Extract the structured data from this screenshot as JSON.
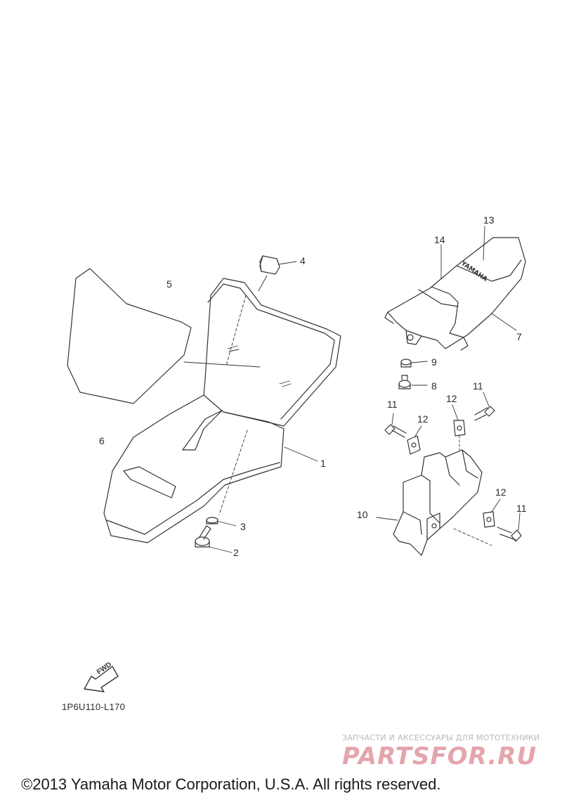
{
  "callouts": {
    "c1": "1",
    "c2": "2",
    "c3": "3",
    "c4": "4",
    "c5": "5",
    "c6": "6",
    "c7": "7",
    "c8": "8",
    "c9": "9",
    "c10": "10",
    "c11a": "11",
    "c11b": "11",
    "c11c": "11",
    "c12a": "12",
    "c12b": "12",
    "c12c": "12",
    "c13": "13",
    "c14": "14"
  },
  "fwd_label": "FWD",
  "seat_logo": "YAMAHA",
  "part_code": "1P6U110-L170",
  "watermark": {
    "tagline": "ЗАПЧАСТИ И АКСЕССУАРЫ ДЛЯ МОТОТЕХНИКИ",
    "logo": "PARTSFOR.RU"
  },
  "copyright": "©2013 Yamaha Motor Corporation, U.S.A. All rights reserved.",
  "colors": {
    "line": "#333333",
    "watermark_logo": "#e4a5ad",
    "watermark_text": "#b8b8b8"
  }
}
